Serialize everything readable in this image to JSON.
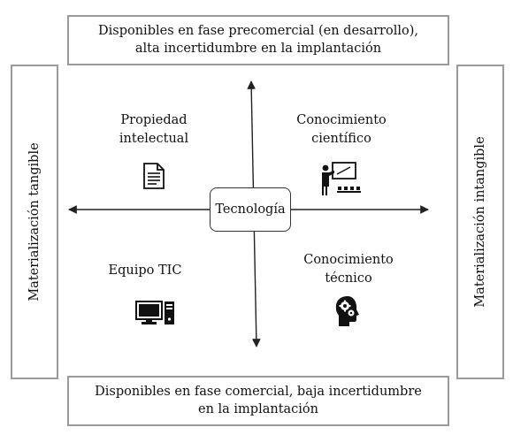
{
  "top_box": {
    "line1": "Disponibles en fase precomercial (en desarrollo),",
    "line2": "alta incertidumbre en la implantación"
  },
  "bottom_box": {
    "line1": "Disponibles en fase comercial, baja incertidumbre",
    "line2": "en la implantación"
  },
  "left_box": {
    "label": "Materialización tangible"
  },
  "right_box": {
    "label": "Materialización intangible"
  },
  "center": {
    "label": "Tecnología"
  },
  "quadrants": {
    "top_left": {
      "line1": "Propiedad",
      "line2": "intelectual",
      "icon": "document-icon"
    },
    "top_right": {
      "line1": "Conocimiento",
      "line2": "científico",
      "icon": "lecture-presentation-icon"
    },
    "bottom_left": {
      "line1": "Equipo TIC",
      "icon": "computer-icon"
    },
    "bottom_right": {
      "line1": "Conocimiento",
      "line2": "técnico",
      "icon": "head-gears-icon"
    }
  }
}
